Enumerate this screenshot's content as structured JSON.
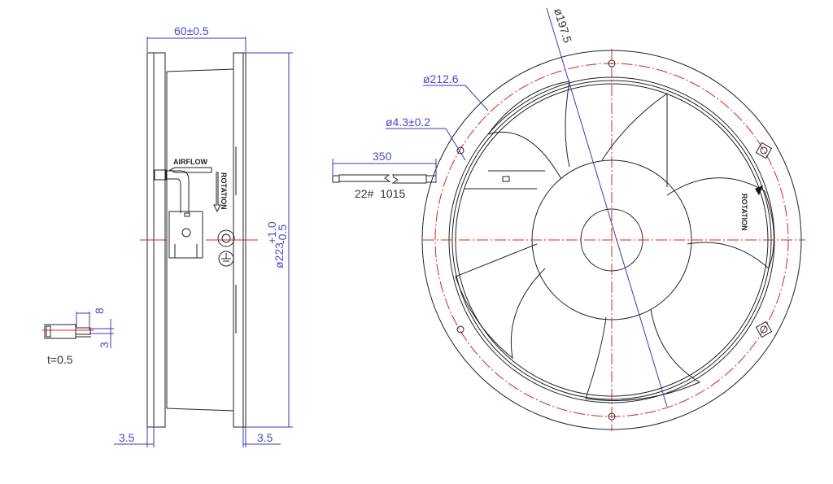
{
  "dimensions": {
    "width": "60±0.5",
    "diameter_main": "ø223",
    "diameter_tol_plus": "+1.0",
    "diameter_tol_minus": "-0.5",
    "flange_left": "3.5",
    "flange_right": "3.5",
    "bolt_circle": "ø212.6",
    "hole": "ø4.3±0.2",
    "inner": "ø197.5",
    "lead_length": "350",
    "terminal_width": "8",
    "terminal_height": "3",
    "thickness": "t=0.5"
  },
  "labels": {
    "airflow": "AIRFLOW",
    "rotation_side": "ROTATION",
    "rotation_front": "ROTATION",
    "wire": "22#  1015"
  },
  "colors": {
    "dimension": "#3a3ab8",
    "centerline": "#e02020",
    "outline": "#222222"
  }
}
